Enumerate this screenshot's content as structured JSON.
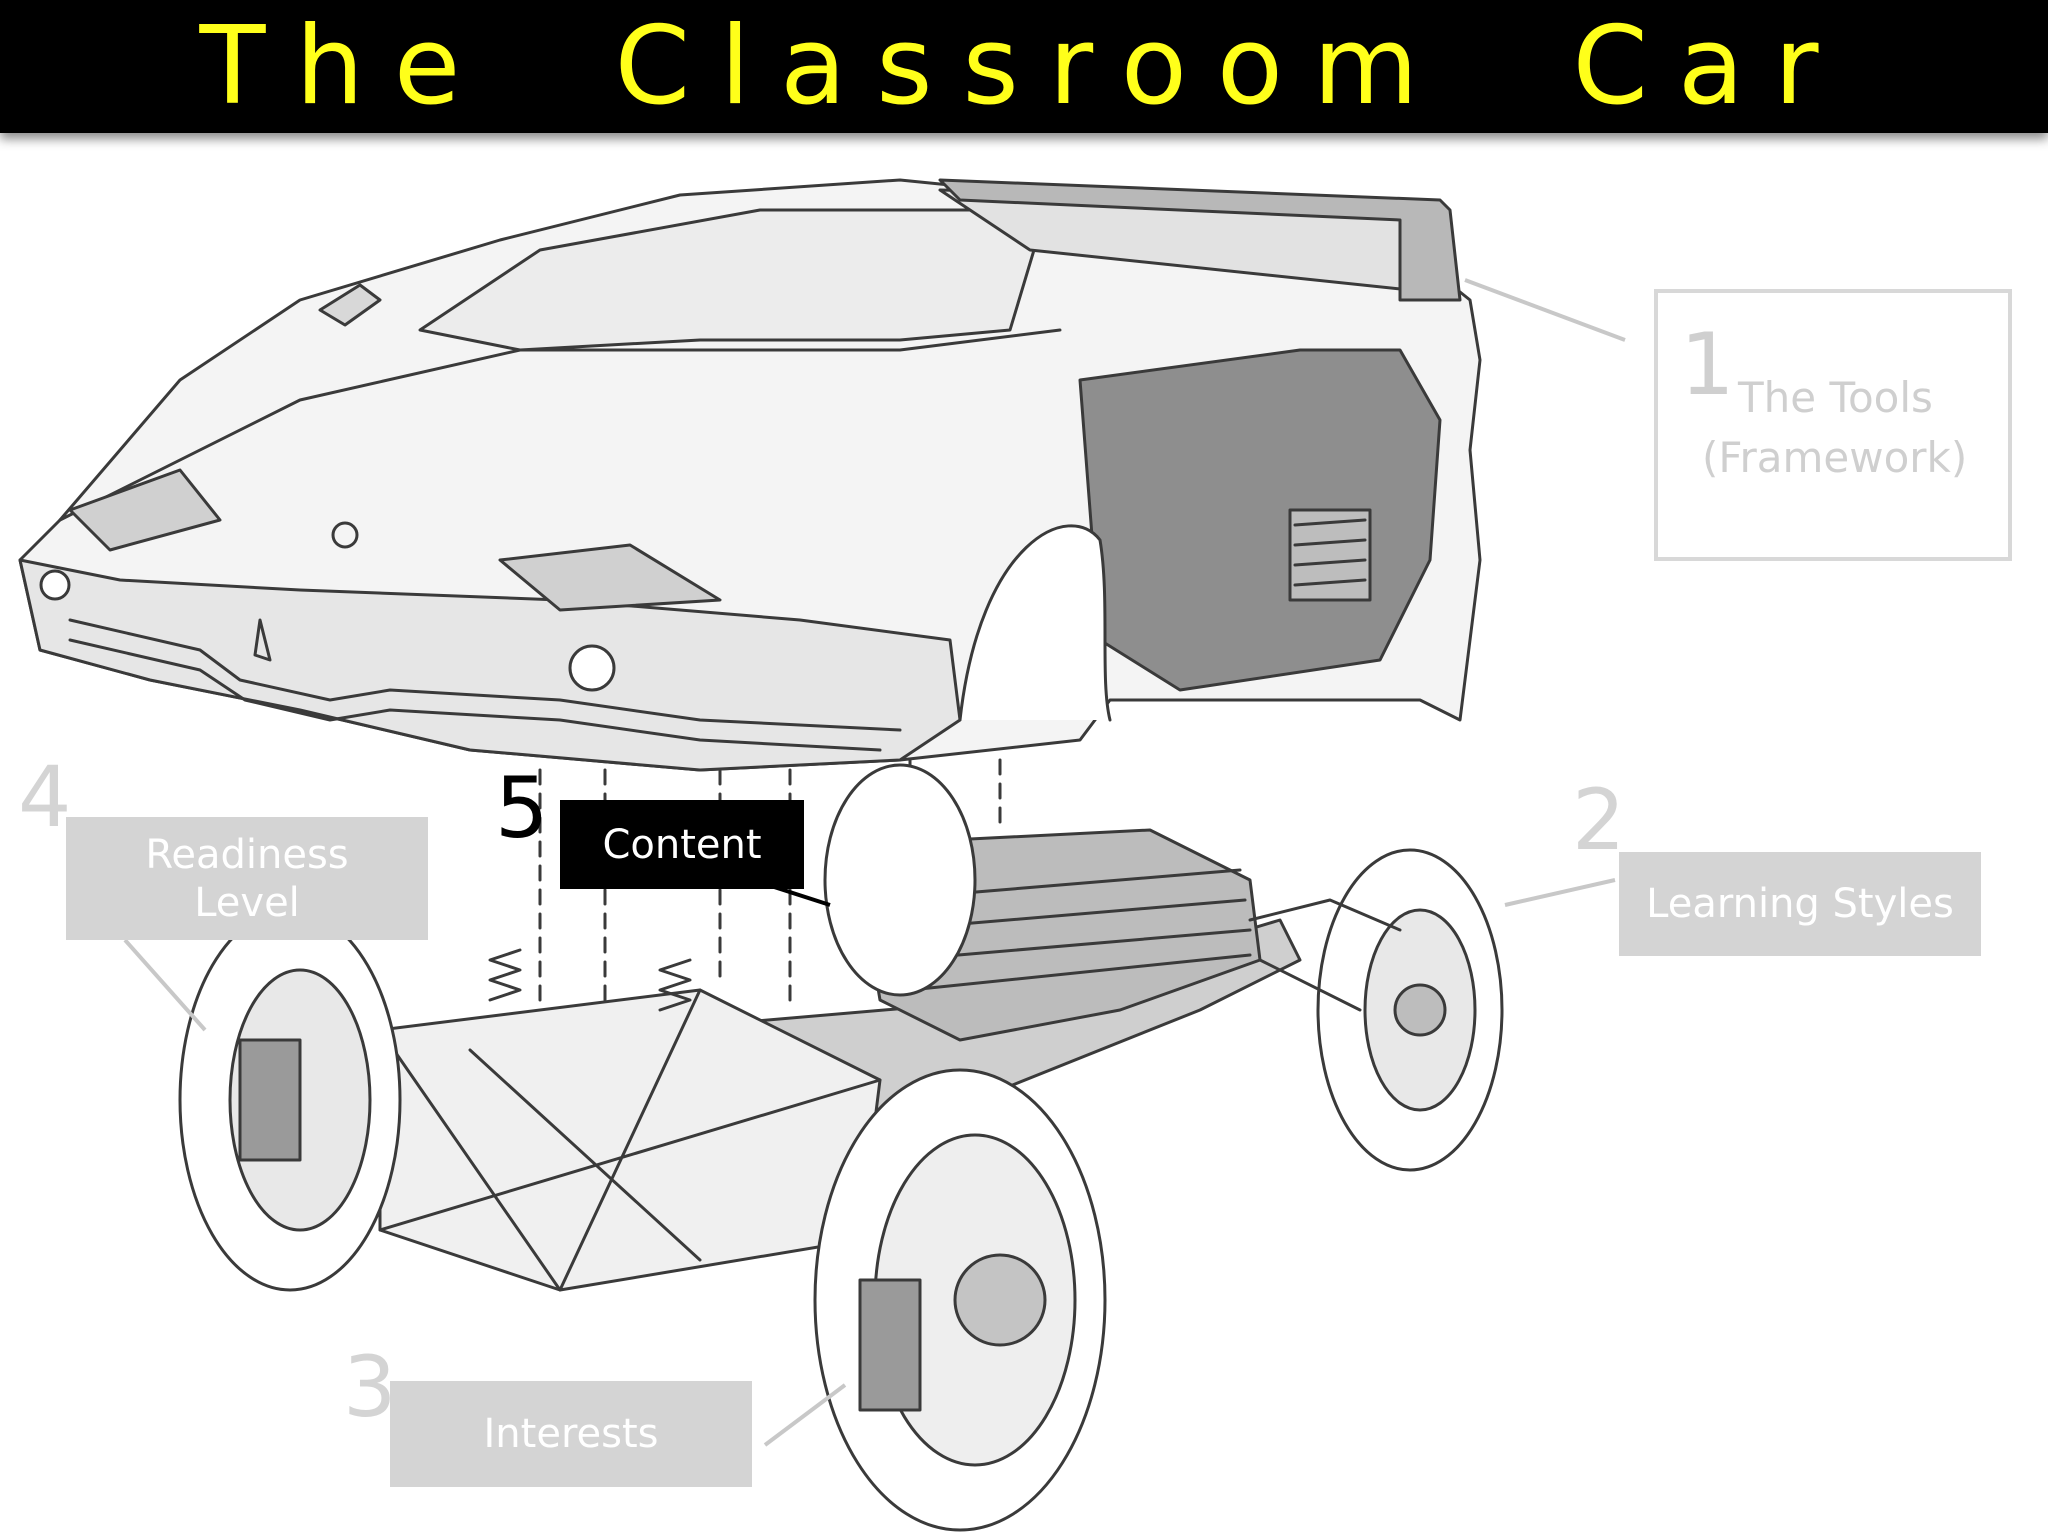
{
  "title": "The Classroom Car",
  "callouts": {
    "one": {
      "number": "1",
      "line1": "The Tools",
      "line2": "(Framework)"
    },
    "two": {
      "number": "2",
      "label": "Learning Styles"
    },
    "three": {
      "number": "3",
      "label": "Interests"
    },
    "four": {
      "number": "4",
      "label_line1": "Readiness",
      "label_line2": "Level"
    },
    "five": {
      "number": "5",
      "label": "Content"
    }
  },
  "colors": {
    "title_background": "#000000",
    "title_text": "#ffff1a",
    "callout_gray": "#d4d4d4",
    "content_box": "#000000"
  }
}
